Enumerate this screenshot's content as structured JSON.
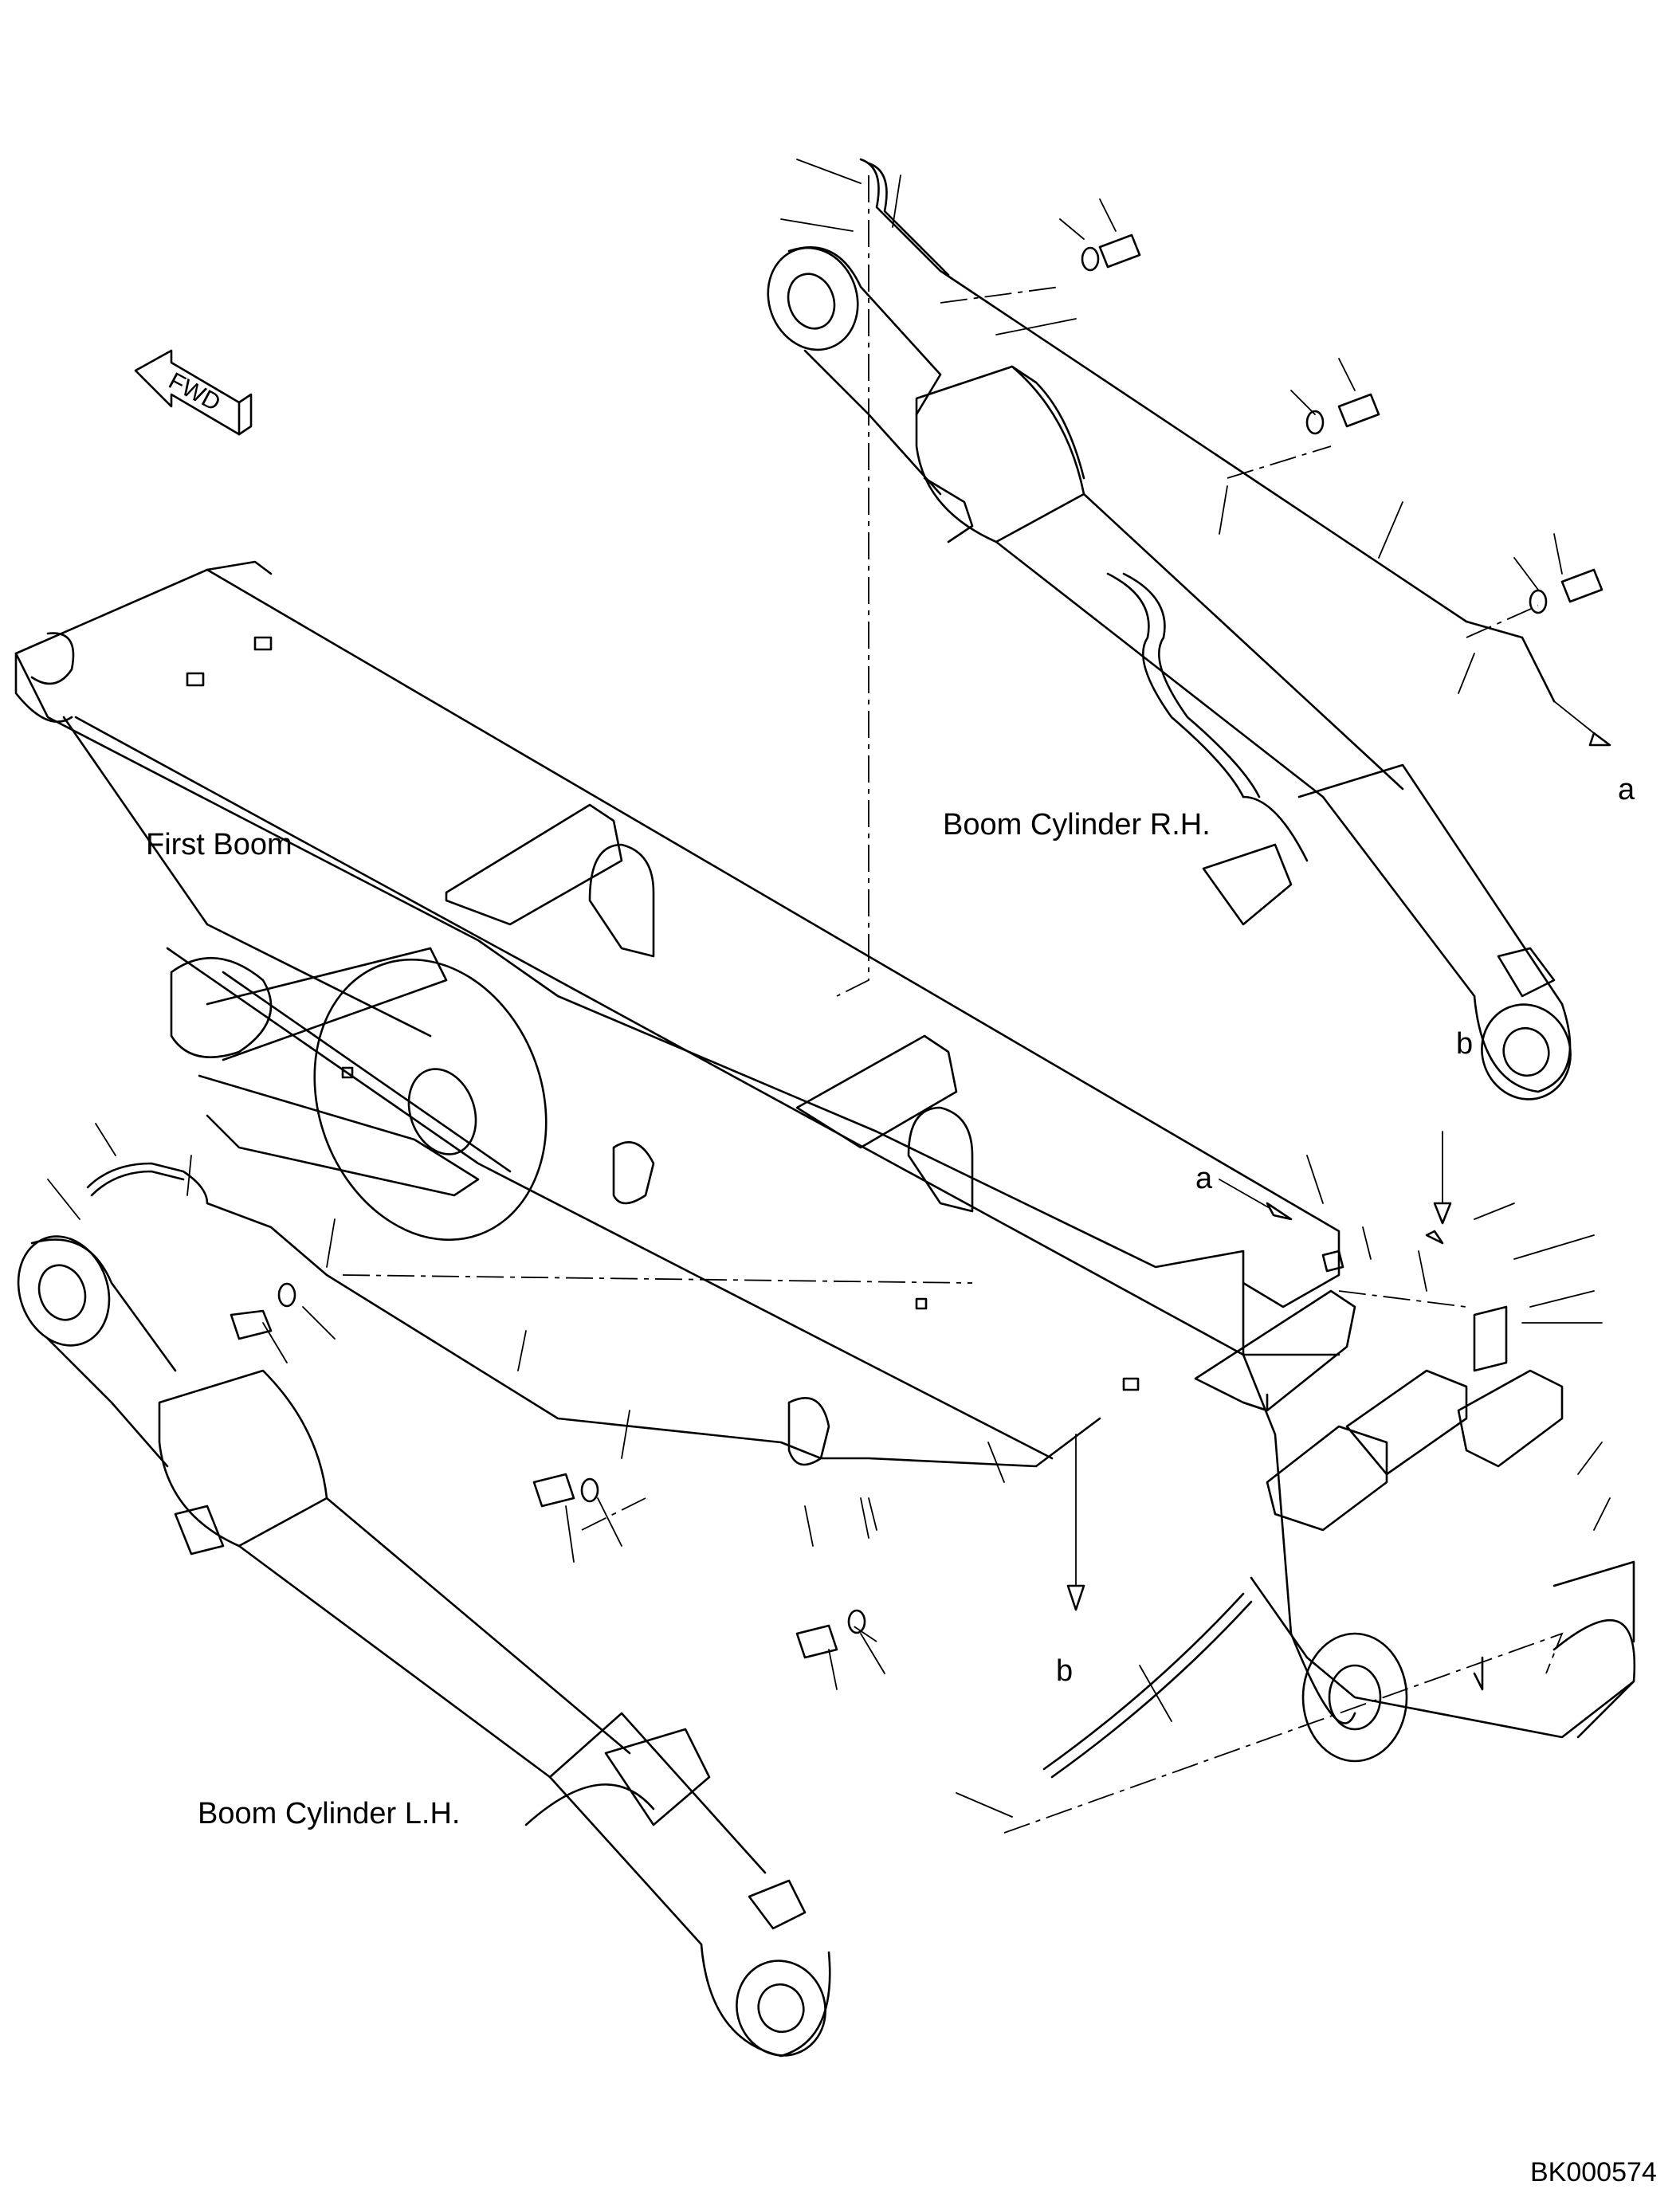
{
  "labels": {
    "first_boom": "First Boom",
    "boom_cylinder_rh": "Boom Cylinder R.H.",
    "boom_cylinder_lh": "Boom Cylinder L.H.",
    "fwd": "FWD",
    "ref_a": "a",
    "ref_b": "b",
    "drawing_code": "BK000574"
  }
}
